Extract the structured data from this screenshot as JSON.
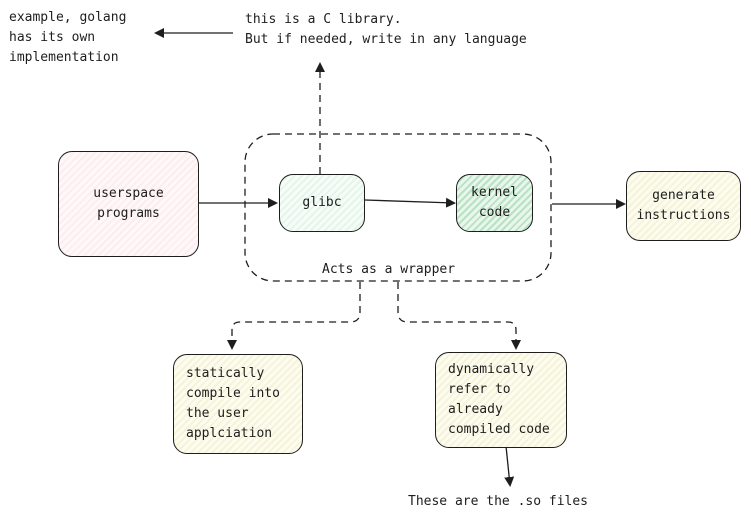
{
  "notes": {
    "golang": "example, golang\nhas its own\nimplementation",
    "c_library": "this is a C library.\nBut if needed, write in any language",
    "wrapper": "Acts as a wrapper",
    "so_files": "These are the .so files"
  },
  "nodes": {
    "userspace": "userspace\nprograms",
    "glibc": "glibc",
    "kernel": "kernel\ncode",
    "generate": "generate\ninstructions",
    "static": "statically\ncompile into\nthe user\napplciation",
    "dynamic": "dynamically\nrefer to\nalready\ncompiled code"
  },
  "colors": {
    "stroke": "#1e1e1e",
    "pink_fill": "#fbeef0",
    "green_fill": "#e6f5ea",
    "green_dark_fill": "#b9e2c4",
    "yellow_fill": "#f6f3d8"
  }
}
